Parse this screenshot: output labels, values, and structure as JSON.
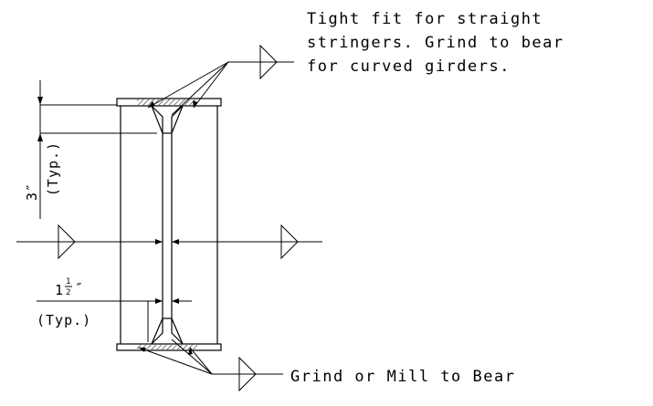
{
  "notes": {
    "top_line1": "Tight fit for straight",
    "top_line2": "stringers. Grind to bear",
    "top_line3": "for curved girders.",
    "bottom": "Grind or Mill to Bear"
  },
  "dimensions": {
    "vertical_value": "3″",
    "vertical_note": "(Typ.)",
    "horizontal_whole": "1",
    "horizontal_num": "1",
    "horizontal_den": "2",
    "horizontal_mark": "″",
    "horizontal_note": "(Typ.)"
  }
}
